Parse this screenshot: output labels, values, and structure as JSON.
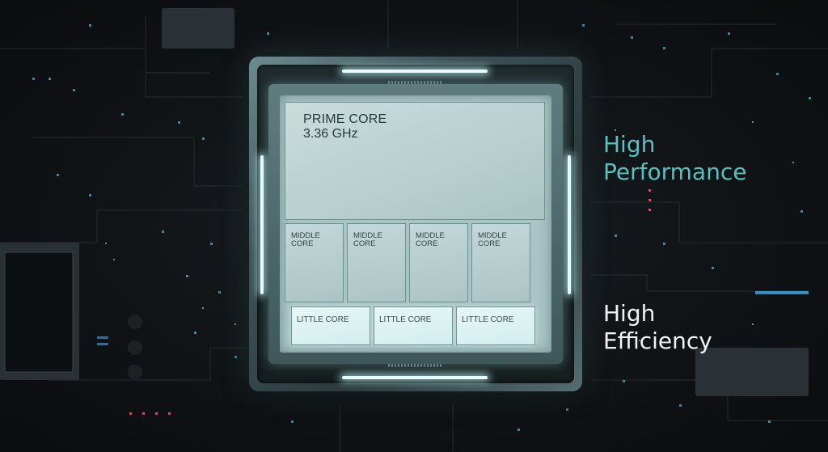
{
  "colors": {
    "background": "#0e1114",
    "die": "#a9c4c4",
    "glow": "#e9fbfb",
    "performance_text": "#57c2bd",
    "efficiency_text": "#f1f4f4"
  },
  "chip": {
    "prime_core": {
      "label": "PRIME CORE",
      "frequency": "3.36 GHz"
    },
    "middle_cores": [
      {
        "label_line1": "MIDDLE",
        "label_line2": "CORE"
      },
      {
        "label_line1": "MIDDLE",
        "label_line2": "CORE"
      },
      {
        "label_line1": "MIDDLE",
        "label_line2": "CORE"
      },
      {
        "label_line1": "MIDDLE",
        "label_line2": "CORE"
      }
    ],
    "little_cores": [
      {
        "label": "LITTLE CORE"
      },
      {
        "label": "LITTLE CORE"
      },
      {
        "label": "LITTLE CORE"
      }
    ]
  },
  "captions": {
    "performance": {
      "line1": "High",
      "line2": "Performance"
    },
    "efficiency": {
      "line1": "High",
      "line2": "Efficiency"
    }
  }
}
